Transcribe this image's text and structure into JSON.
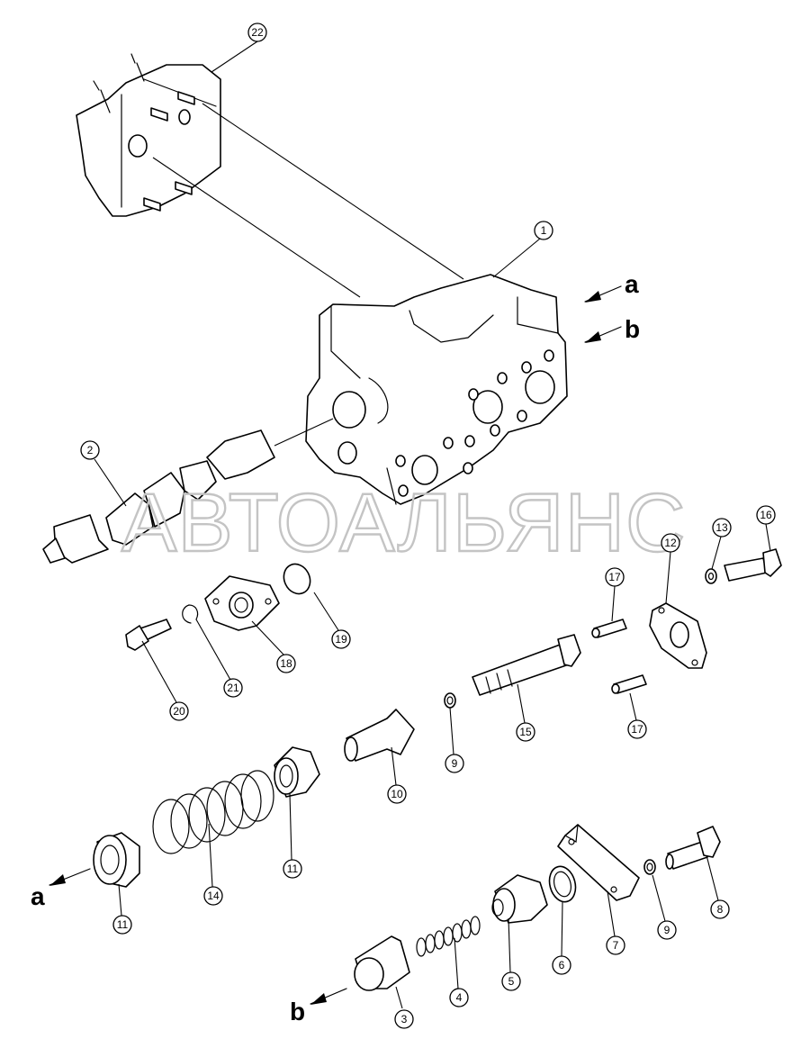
{
  "watermark": "АВТОАЛЬЯНС",
  "flow_markers": [
    "a",
    "b",
    "a",
    "b"
  ],
  "callouts": [
    "22",
    "1",
    "2",
    "13",
    "16",
    "12",
    "17",
    "19",
    "18",
    "21",
    "20",
    "15",
    "9",
    "17",
    "10",
    "11",
    "14",
    "11",
    "11",
    "3",
    "4",
    "5",
    "6",
    "7",
    "9",
    "8"
  ]
}
